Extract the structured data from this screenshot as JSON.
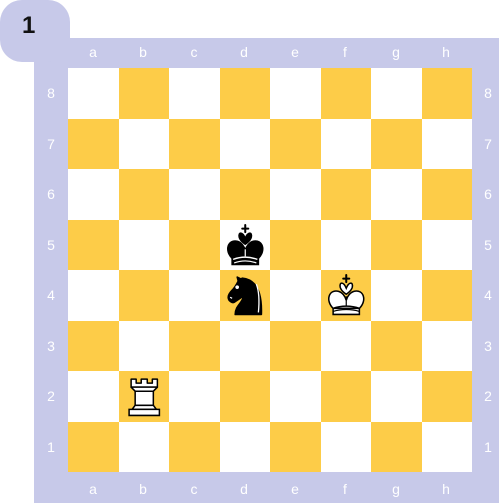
{
  "problem": {
    "number": "1"
  },
  "board": {
    "files": [
      "a",
      "b",
      "c",
      "d",
      "e",
      "f",
      "g",
      "h"
    ],
    "ranks": [
      "8",
      "7",
      "6",
      "5",
      "4",
      "3",
      "2",
      "1"
    ],
    "light_color": "#ffffff",
    "dark_color": "#fdcc48",
    "frame_color": "#c7c9e9",
    "pieces": [
      {
        "square": "d5",
        "piece": "king",
        "color": "black",
        "icon": "black-king-icon"
      },
      {
        "square": "d4",
        "piece": "knight",
        "color": "black",
        "icon": "black-knight-icon"
      },
      {
        "square": "f4",
        "piece": "king",
        "color": "white",
        "icon": "white-king-icon"
      },
      {
        "square": "b2",
        "piece": "rook",
        "color": "white",
        "icon": "white-rook-icon"
      }
    ]
  }
}
